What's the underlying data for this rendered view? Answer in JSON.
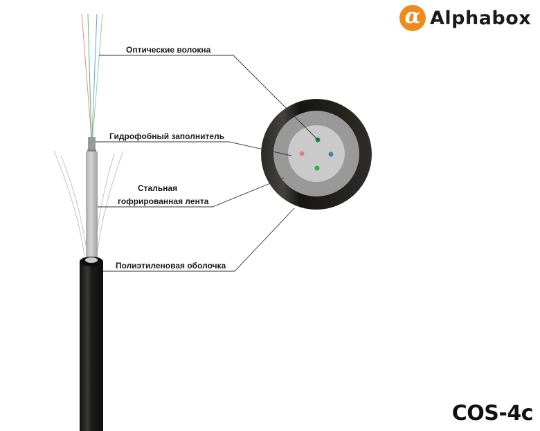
{
  "brand": {
    "logo_glyph": "α",
    "name": "Alphabox",
    "accent_color": "#f08a1c"
  },
  "product": {
    "model": "COS-4c"
  },
  "labels": {
    "optical_fibers": "Оптические волокна",
    "hydrophobic_filler": "Гидрофобный заполнитель",
    "steel_tape_line1": "Стальная",
    "steel_tape_line2": "гофрированная лента",
    "pe_sheath": "Полиэтиленовая оболочка"
  },
  "cross_section": {
    "layers": [
      {
        "name": "Полиэтиленовая оболочка",
        "color": "#2b2a27"
      },
      {
        "name": "Стальная гофрированная лента",
        "color": "#9a9999"
      },
      {
        "name": "Гидрофобный заполнитель",
        "color": "#cacaca"
      }
    ],
    "fiber_colors": [
      "#13874a",
      "#e87c7c",
      "#3a8aa8",
      "#25b04f"
    ]
  }
}
